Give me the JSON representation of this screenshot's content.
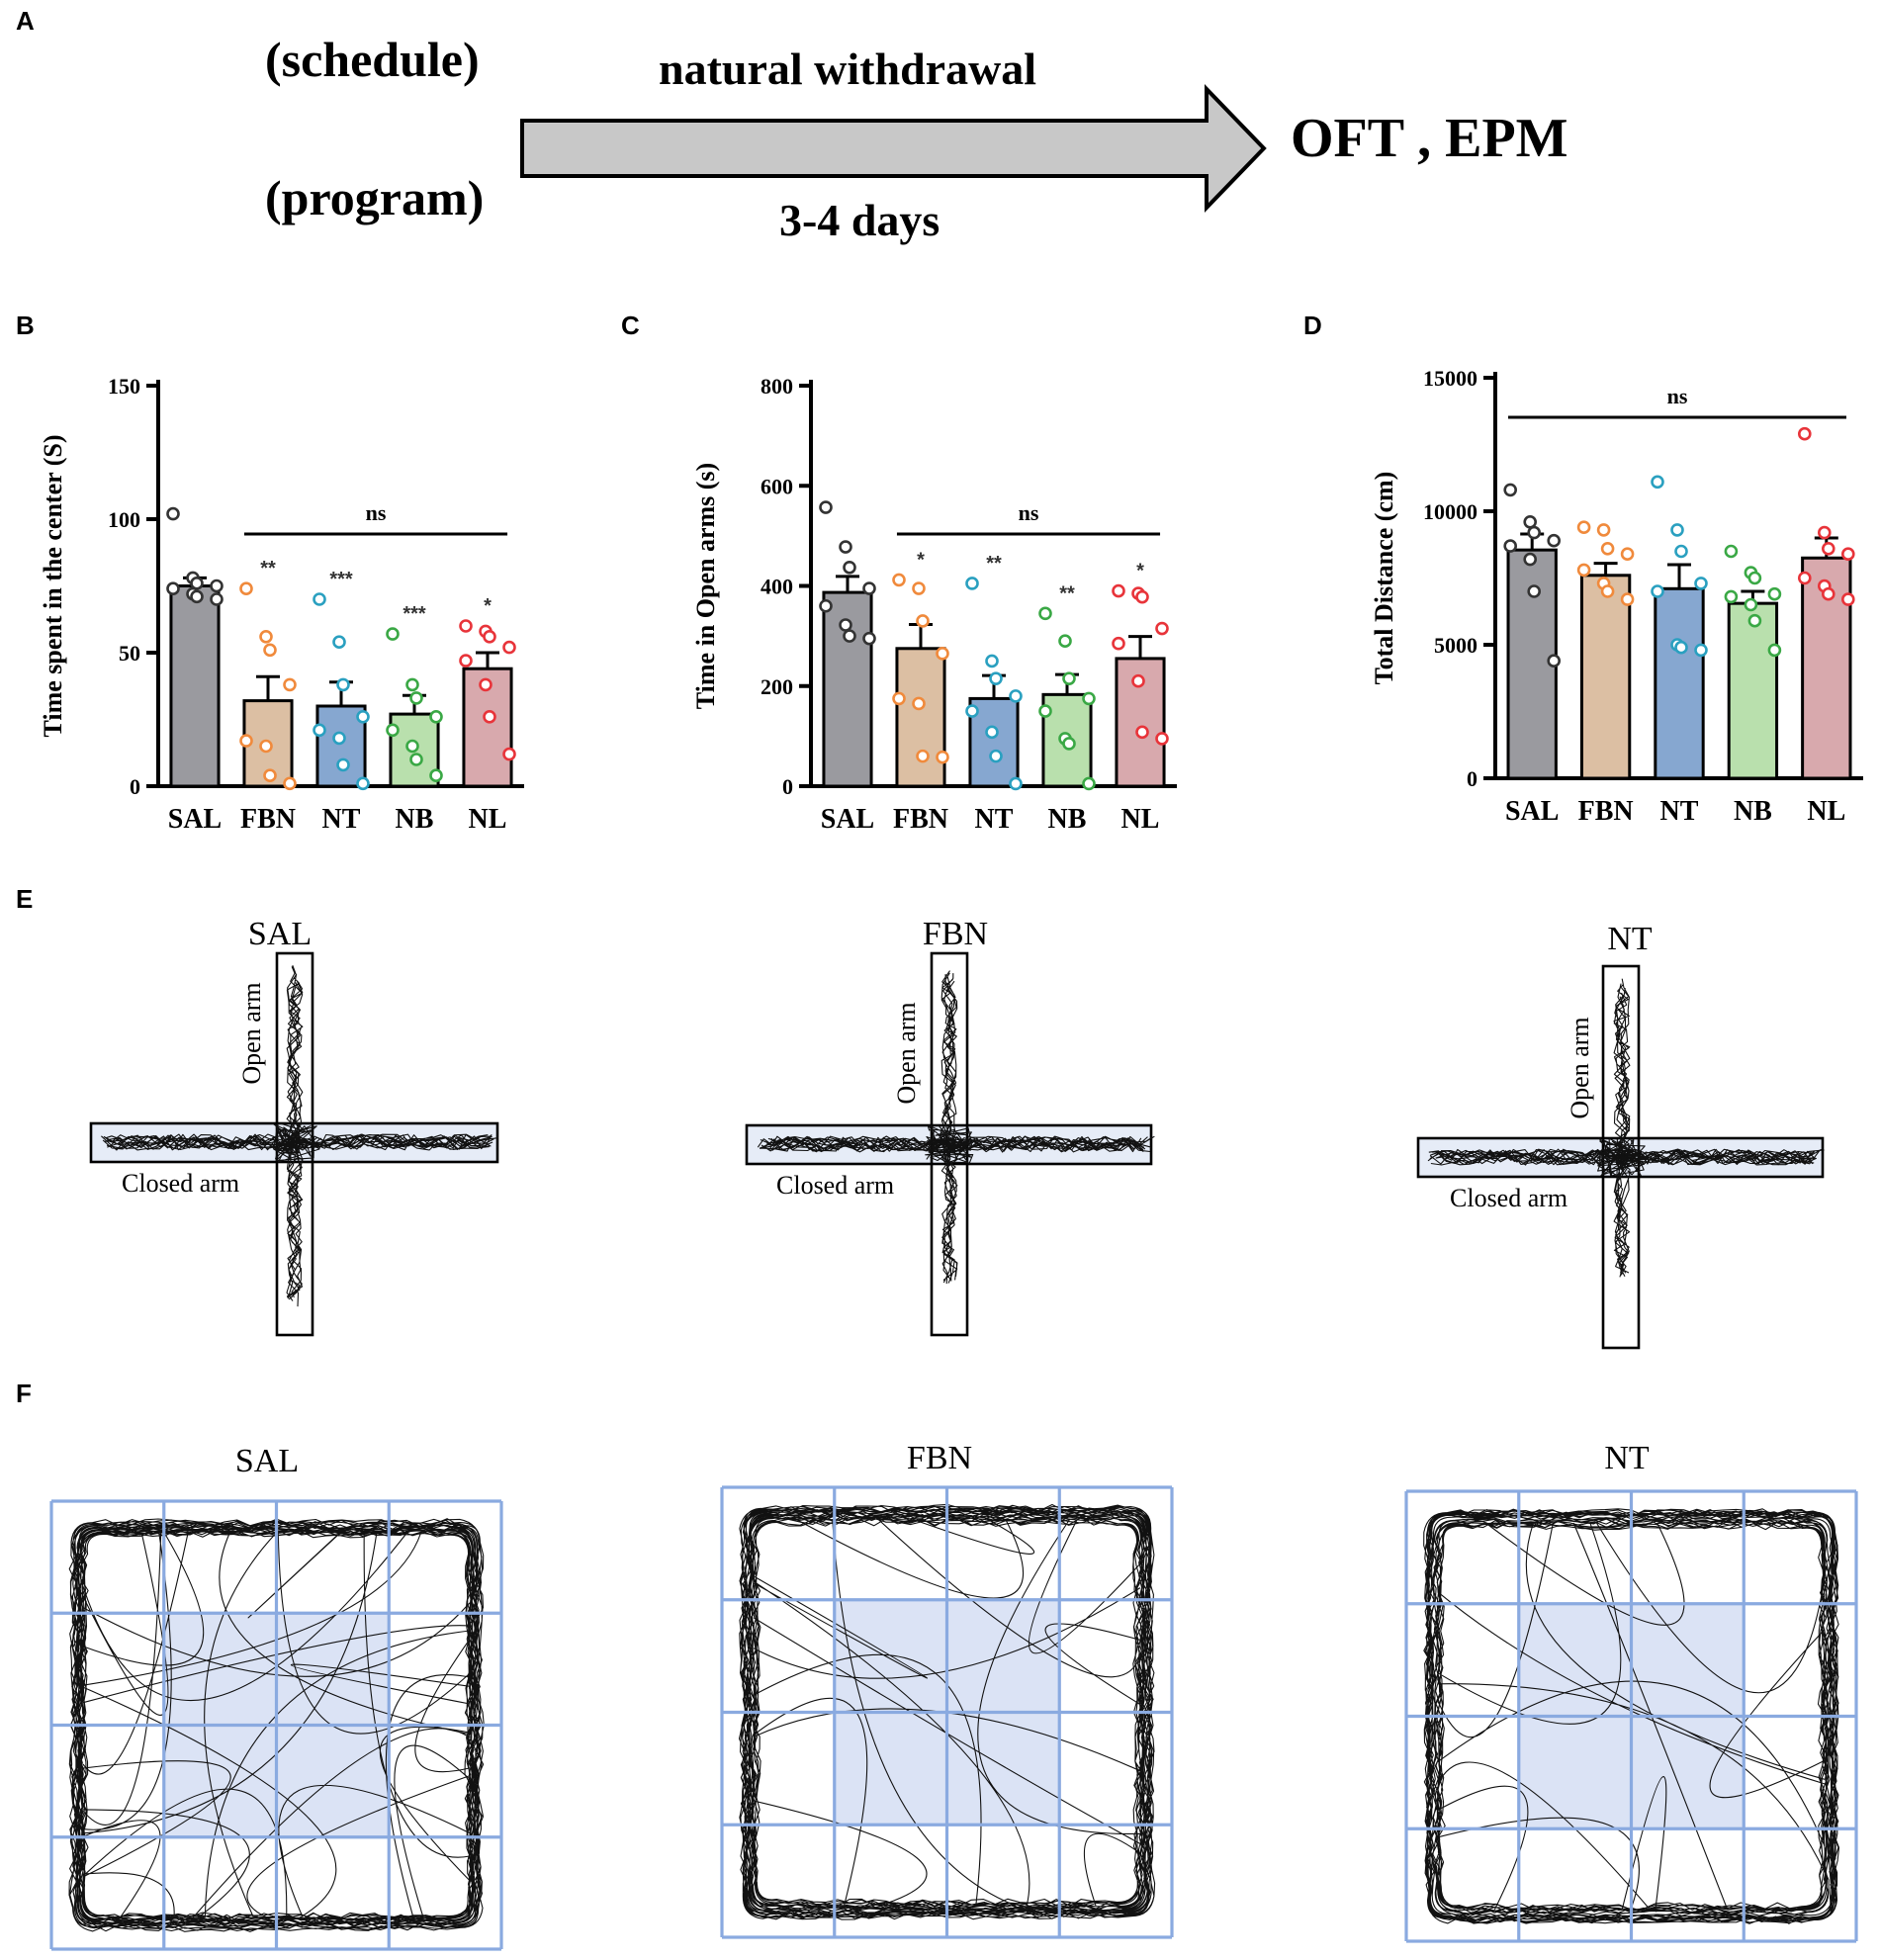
{
  "panel_letters": {
    "a": "A",
    "b": "B",
    "c": "C",
    "d": "D",
    "e": "E",
    "f": "F"
  },
  "schedule": {
    "label_top": "(schedule)",
    "label_bottom": "(program)",
    "arrow_top_text": "natural withdrawal",
    "arrow_bottom_text": "3-4 days",
    "endpoint_text": "OFT , EPM",
    "arrow_color": "#c8c8c8"
  },
  "group_colors": {
    "SAL": "#9a9a9f",
    "FBN": "#dcbfa3",
    "NT": "#86a7d0",
    "NB": "#b9e0ad",
    "NL": "#d8a9ad"
  },
  "dot_colors": {
    "SAL": "#333333",
    "FBN": "#f08a3c",
    "NT": "#2aa0c0",
    "NB": "#3aa845",
    "NL": "#e8343a"
  },
  "chart_data": [
    {
      "id": "B",
      "type": "bar",
      "categories": [
        "SAL",
        "FBN",
        "NT",
        "NB",
        "NL"
      ],
      "values": [
        75,
        32,
        30,
        27,
        44
      ],
      "errors": [
        3,
        9,
        9,
        7,
        6
      ],
      "ylabel": "Time spent in the center (S)",
      "ylim": [
        0,
        150
      ],
      "yticks": [
        0,
        50,
        100,
        150
      ],
      "significance": [
        "",
        "**",
        "***",
        "***",
        "*"
      ],
      "bracket_label": "ns",
      "bracket_from": 1,
      "bracket_to": 4,
      "points": [
        [
          102,
          78,
          76,
          75,
          74,
          72,
          71,
          70
        ],
        [
          74,
          56,
          51,
          38,
          17,
          15,
          4,
          1
        ],
        [
          70,
          54,
          38,
          26,
          21,
          18,
          8,
          1
        ],
        [
          57,
          38,
          33,
          26,
          21,
          15,
          10,
          4
        ],
        [
          60,
          58,
          56,
          52,
          47,
          38,
          26,
          12
        ]
      ]
    },
    {
      "id": "C",
      "type": "bar",
      "categories": [
        "SAL",
        "FBN",
        "NT",
        "NB",
        "NL"
      ],
      "values": [
        387,
        275,
        175,
        183,
        255
      ],
      "errors": [
        32,
        48,
        46,
        40,
        44
      ],
      "ylabel": "Time in Open arms (s)",
      "ylim": [
        0,
        800
      ],
      "yticks": [
        0,
        200,
        400,
        600,
        800
      ],
      "significance": [
        "",
        "*",
        "**",
        "**",
        "*"
      ],
      "bracket_label": "ns",
      "bracket_from": 1,
      "bracket_to": 4,
      "points": [
        [
          557,
          478,
          437,
          395,
          360,
          322,
          300,
          295
        ],
        [
          412,
          395,
          330,
          265,
          175,
          165,
          60,
          58
        ],
        [
          405,
          250,
          215,
          180,
          150,
          108,
          60,
          5
        ],
        [
          345,
          290,
          215,
          175,
          150,
          95,
          85,
          5
        ],
        [
          390,
          385,
          378,
          315,
          285,
          210,
          108,
          95
        ]
      ]
    },
    {
      "id": "D",
      "type": "bar",
      "categories": [
        "SAL",
        "FBN",
        "NT",
        "NB",
        "NL"
      ],
      "values": [
        8550,
        7600,
        7100,
        6550,
        8250
      ],
      "errors": [
        600,
        450,
        900,
        450,
        750
      ],
      "ylabel": "Total Distance (cm)",
      "ylim": [
        0,
        15000
      ],
      "yticks": [
        0,
        5000,
        10000,
        15000
      ],
      "significance": [
        "",
        "",
        "",
        "",
        ""
      ],
      "bracket_label": "ns",
      "bracket_from": 0,
      "bracket_to": 4,
      "points": [
        [
          10800,
          9600,
          9200,
          8900,
          8700,
          8200,
          7000,
          4400
        ],
        [
          9400,
          9300,
          8600,
          8400,
          7800,
          7300,
          7000,
          6700
        ],
        [
          11100,
          9300,
          8500,
          7300,
          7000,
          5000,
          4900,
          4800
        ],
        [
          8500,
          7700,
          7500,
          6900,
          6800,
          6500,
          5900,
          4800
        ],
        [
          12900,
          9200,
          8600,
          8400,
          7500,
          7200,
          6900,
          6700
        ]
      ]
    }
  ],
  "epm": {
    "open_arm_label": "Open arm",
    "closed_arm_label": "Closed arm",
    "arm_fill": "#e6ecf7",
    "panels": [
      {
        "title": "SAL"
      },
      {
        "title": "FBN"
      },
      {
        "title": "NT"
      }
    ]
  },
  "oft": {
    "grid_color": "#8aaae0",
    "center_fill": "#dbe3f5",
    "panels": [
      {
        "title": "SAL"
      },
      {
        "title": "FBN"
      },
      {
        "title": "NT"
      }
    ]
  }
}
